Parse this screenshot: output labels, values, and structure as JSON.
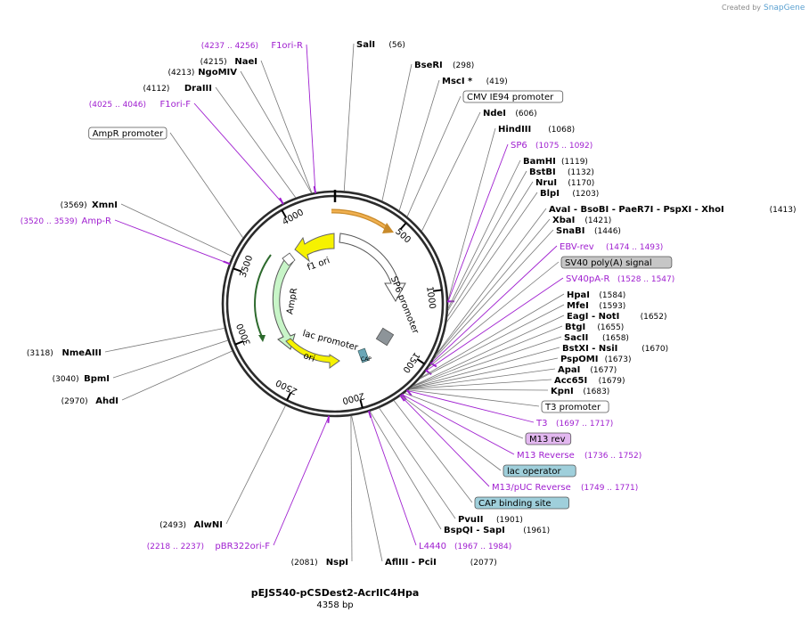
{
  "credit": {
    "prefix": "Created by",
    "brand": "SnapGene"
  },
  "title": "pEJS540-pCSDest2-AcrIIC4Hpa",
  "length": "4358 bp",
  "ticks": [
    "500",
    "1000",
    "1500",
    "2000",
    "2500",
    "3000",
    "3500",
    "4000"
  ],
  "inner_features": {
    "f1_ori": "f1 ori",
    "ampr": "AmpR",
    "sp6_promoter": "SP6 promoter",
    "lac_promoter": "lac promoter",
    "ori": "ori",
    "cat": "CAP"
  },
  "labels": [
    {
      "kind": "enz",
      "name": "SalI",
      "pos": "(56)"
    },
    {
      "kind": "enz",
      "name": "BseRI",
      "pos": "(298)"
    },
    {
      "kind": "enz",
      "name": "MscI *",
      "pos": "(419)"
    },
    {
      "kind": "box",
      "name": "CMV IE94 promoter",
      "style": "white"
    },
    {
      "kind": "enz",
      "name": "NdeI",
      "pos": "(606)"
    },
    {
      "kind": "enz",
      "name": "HindIII",
      "pos": "(1068)"
    },
    {
      "kind": "prim",
      "name": "SP6",
      "pos": "(1075 .. 1092)"
    },
    {
      "kind": "enz",
      "name": "BamHI",
      "pos": "(1119)"
    },
    {
      "kind": "enz",
      "name": "BstBI",
      "pos": "(1132)"
    },
    {
      "kind": "enz",
      "name": "NruI",
      "pos": "(1170)"
    },
    {
      "kind": "enz",
      "name": "BlpI",
      "pos": "(1203)"
    },
    {
      "kind": "enz",
      "name": "AvaI - BsoBI - PaeR7I - PspXI - XhoI",
      "pos": "(1413)"
    },
    {
      "kind": "enz",
      "name": "XbaI",
      "pos": "(1421)"
    },
    {
      "kind": "enz",
      "name": "SnaBI",
      "pos": "(1446)"
    },
    {
      "kind": "prim",
      "name": "EBV-rev",
      "pos": "(1474 .. 1493)"
    },
    {
      "kind": "box",
      "name": "SV40 poly(A) signal",
      "style": "gray"
    },
    {
      "kind": "prim",
      "name": "SV40pA-R",
      "pos": "(1528 .. 1547)"
    },
    {
      "kind": "enz",
      "name": "HpaI",
      "pos": "(1584)"
    },
    {
      "kind": "enz",
      "name": "MfeI",
      "pos": "(1593)"
    },
    {
      "kind": "enz",
      "name": "EagI - NotI",
      "pos": "(1652)"
    },
    {
      "kind": "enz",
      "name": "BtgI",
      "pos": "(1655)"
    },
    {
      "kind": "enz",
      "name": "SacII",
      "pos": "(1658)"
    },
    {
      "kind": "enz",
      "name": "BstXI - NsiI",
      "pos": "(1670)"
    },
    {
      "kind": "enz",
      "name": "PspOMI",
      "pos": "(1673)"
    },
    {
      "kind": "enz",
      "name": "ApaI",
      "pos": "(1677)"
    },
    {
      "kind": "enz",
      "name": "Acc65I",
      "pos": "(1679)"
    },
    {
      "kind": "enz",
      "name": "KpnI",
      "pos": "(1683)"
    },
    {
      "kind": "box",
      "name": "T3 promoter",
      "style": "white"
    },
    {
      "kind": "prim",
      "name": "T3",
      "pos": "(1697 .. 1717)"
    },
    {
      "kind": "box",
      "name": "M13 rev",
      "style": "purple"
    },
    {
      "kind": "prim",
      "name": "M13 Reverse",
      "pos": "(1736 .. 1752)"
    },
    {
      "kind": "box",
      "name": "lac operator",
      "style": "teal"
    },
    {
      "kind": "prim",
      "name": "M13/pUC Reverse",
      "pos": "(1749 .. 1771)"
    },
    {
      "kind": "box",
      "name": "CAP binding site",
      "style": "teal"
    },
    {
      "kind": "enz",
      "name": "PvuII",
      "pos": "(1901)"
    },
    {
      "kind": "enz",
      "name": "BspQI - SapI",
      "pos": "(1961)"
    },
    {
      "kind": "prim",
      "name": "L4440",
      "pos": "(1967 .. 1984)"
    },
    {
      "kind": "enz",
      "name": "AflIII - PciI",
      "pos": "(2077)"
    },
    {
      "kind": "enz",
      "name": "NspI",
      "pos": "(2081)"
    },
    {
      "kind": "prim",
      "name": "pBR322ori-F",
      "pos": "(2218 .. 2237)"
    },
    {
      "kind": "enz",
      "name": "AlwNI",
      "pos": "(2493)"
    },
    {
      "kind": "enz",
      "name": "AhdI",
      "pos": "(2970)"
    },
    {
      "kind": "enz",
      "name": "BpmI",
      "pos": "(3040)"
    },
    {
      "kind": "enz",
      "name": "NmeAIII",
      "pos": "(3118)"
    },
    {
      "kind": "prim",
      "name": "Amp-R",
      "pos": "(3520 .. 3539)"
    },
    {
      "kind": "enz",
      "name": "XmnI",
      "pos": "(3569)"
    },
    {
      "kind": "box",
      "name": "AmpR promoter",
      "style": "white"
    },
    {
      "kind": "prim",
      "name": "F1ori-F",
      "pos": "(4025 .. 4046)"
    },
    {
      "kind": "enz",
      "name": "DraIII",
      "pos": "(4112)"
    },
    {
      "kind": "enz",
      "name": "NgoMIV",
      "pos": "(4213)"
    },
    {
      "kind": "enz",
      "name": "NaeI",
      "pos": "(4215)"
    },
    {
      "kind": "prim",
      "name": "F1ori-R",
      "pos": "(4237 .. 4256)"
    }
  ]
}
